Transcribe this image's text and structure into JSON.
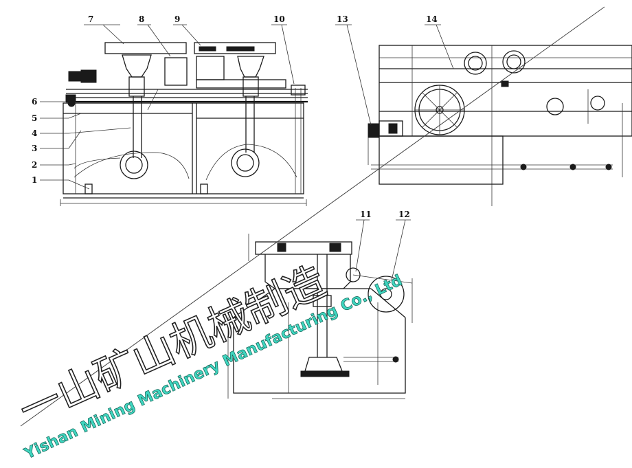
{
  "labels": {
    "l1": "1",
    "l2": "2",
    "l3": "3",
    "l4": "4",
    "l5": "5",
    "l6": "6",
    "l7": "7",
    "l8": "8",
    "l9": "9",
    "l10": "10",
    "l11": "11",
    "l12": "12",
    "l13": "13",
    "l14": "14"
  },
  "watermark": {
    "company_en": "Yishan Mining Machinery Manufacturing Co., Ltd",
    "company_cn": "一山矿山机械制造"
  },
  "colors": {
    "line": "#1a1a1a",
    "watermark_fill": "#3fd6c0",
    "watermark_stroke": "#1b6b5e"
  }
}
